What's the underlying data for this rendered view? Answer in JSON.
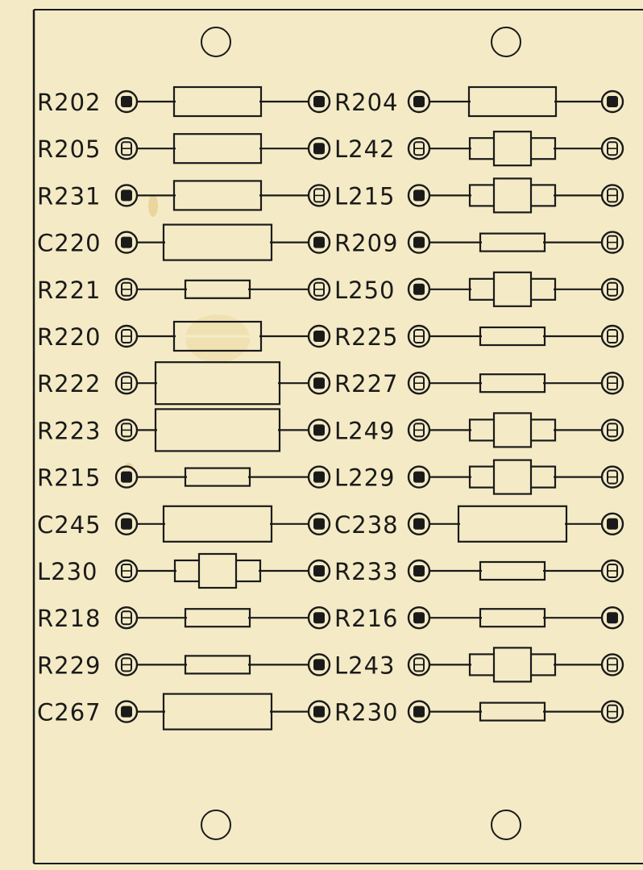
{
  "colors": {
    "paper": "#f4ebc6",
    "ink": "#1a1a1a",
    "stain": "#e2c47a"
  },
  "mounting_holes": [
    {
      "name": "mount-hole-top-left"
    },
    {
      "name": "mount-hole-top-right"
    },
    {
      "name": "mount-hole-bottom-left"
    },
    {
      "name": "mount-hole-bottom-right"
    }
  ],
  "left_column": [
    {
      "label": "R202",
      "body": "resistor-long",
      "pad_a": "filled",
      "pad_b": "filled"
    },
    {
      "label": "R205",
      "body": "resistor-long",
      "pad_a": "open",
      "pad_b": "filled"
    },
    {
      "label": "R231",
      "body": "resistor-long",
      "pad_a": "filled",
      "pad_b": "open"
    },
    {
      "label": "C220",
      "body": "capacitor",
      "pad_a": "filled",
      "pad_b": "filled"
    },
    {
      "label": "R221",
      "body": "resistor-short",
      "pad_a": "open",
      "pad_b": "open"
    },
    {
      "label": "R220",
      "body": "resistor-long",
      "pad_a": "open",
      "pad_b": "filled"
    },
    {
      "label": "R222",
      "body": "capacitor-large",
      "pad_a": "open",
      "pad_b": "filled"
    },
    {
      "label": "R223",
      "body": "capacitor-large",
      "pad_a": "open",
      "pad_b": "filled"
    },
    {
      "label": "R215",
      "body": "resistor-short",
      "pad_a": "filled",
      "pad_b": "filled"
    },
    {
      "label": "C245",
      "body": "capacitor",
      "pad_a": "filled",
      "pad_b": "filled"
    },
    {
      "label": "L230",
      "body": "inductor",
      "pad_a": "open",
      "pad_b": "filled"
    },
    {
      "label": "R218",
      "body": "resistor-short",
      "pad_a": "open",
      "pad_b": "filled"
    },
    {
      "label": "R229",
      "body": "resistor-short",
      "pad_a": "open",
      "pad_b": "filled"
    },
    {
      "label": "C267",
      "body": "capacitor",
      "pad_a": "filled",
      "pad_b": "filled"
    }
  ],
  "right_column": [
    {
      "label": "R204",
      "body": "resistor-long",
      "pad_a": "filled",
      "pad_b": "filled"
    },
    {
      "label": "L242",
      "body": "inductor",
      "pad_a": "open",
      "pad_b": "open"
    },
    {
      "label": "L215",
      "body": "inductor",
      "pad_a": "filled",
      "pad_b": "open"
    },
    {
      "label": "R209",
      "body": "resistor-short",
      "pad_a": "filled",
      "pad_b": "open"
    },
    {
      "label": "L250",
      "body": "inductor",
      "pad_a": "filled",
      "pad_b": "open"
    },
    {
      "label": "R225",
      "body": "resistor-short",
      "pad_a": "open",
      "pad_b": "open"
    },
    {
      "label": "R227",
      "body": "resistor-short",
      "pad_a": "open",
      "pad_b": "open"
    },
    {
      "label": "L249",
      "body": "inductor",
      "pad_a": "open",
      "pad_b": "open"
    },
    {
      "label": "L229",
      "body": "inductor",
      "pad_a": "filled",
      "pad_b": "open"
    },
    {
      "label": "C238",
      "body": "capacitor",
      "pad_a": "filled",
      "pad_b": "filled"
    },
    {
      "label": "R233",
      "body": "resistor-short",
      "pad_a": "filled",
      "pad_b": "open"
    },
    {
      "label": "R216",
      "body": "resistor-short",
      "pad_a": "filled",
      "pad_b": "filled"
    },
    {
      "label": "L243",
      "body": "inductor",
      "pad_a": "open",
      "pad_b": "open"
    },
    {
      "label": "R230",
      "body": "resistor-short",
      "pad_a": "filled",
      "pad_b": "open"
    }
  ]
}
